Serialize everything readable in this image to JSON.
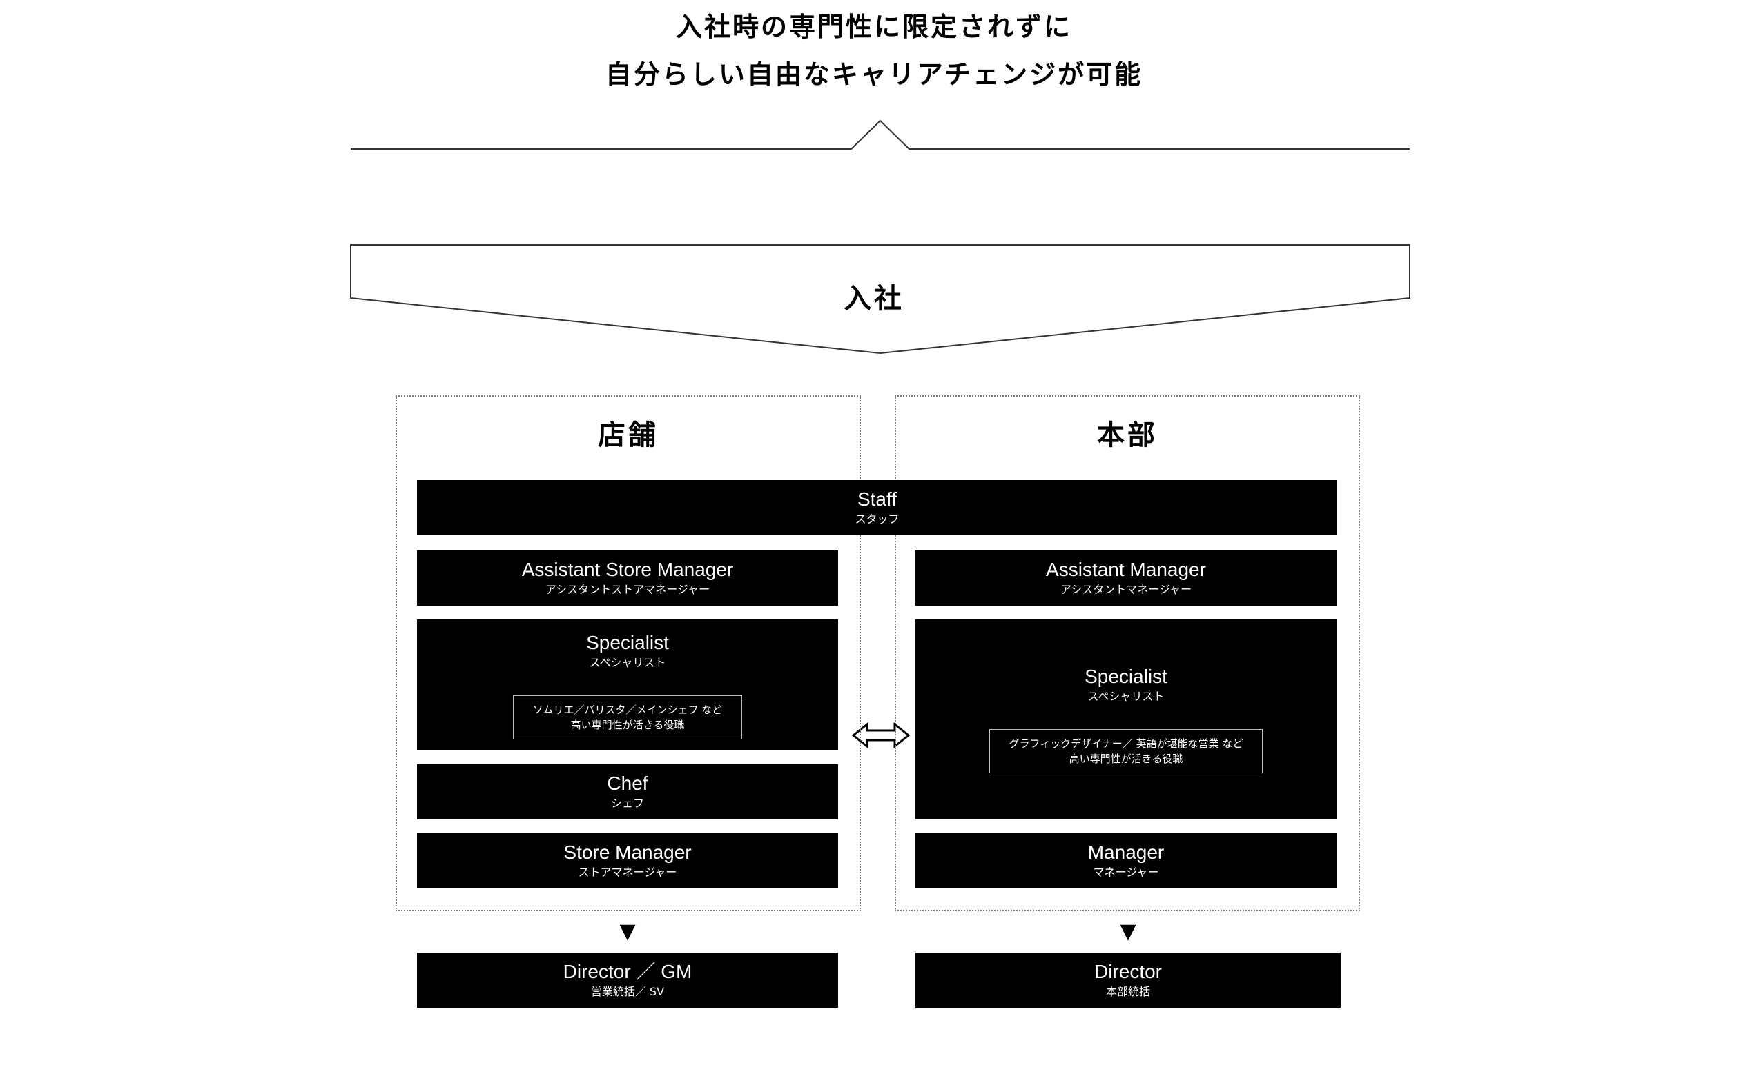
{
  "headline": {
    "line1": "入社時の専門性に限定されずに",
    "line2": "自分らしい自由なキャリアチェンジが可能"
  },
  "entry": {
    "label": "入社"
  },
  "columns": {
    "store": {
      "title": "店舗"
    },
    "hq": {
      "title": "本部"
    }
  },
  "roles": {
    "staff": {
      "en": "Staff",
      "ja": "スタッフ"
    },
    "asm": {
      "en": "Assistant Store Manager",
      "ja": "アシスタントストアマネージャー"
    },
    "spec_store": {
      "en": "Specialist",
      "ja": "スペシャリスト",
      "note_line1": "ソムリエ／バリスタ／メインシェフ など",
      "note_line2": "高い専門性が活きる役職"
    },
    "chef": {
      "en": "Chef",
      "ja": "シェフ"
    },
    "sm": {
      "en": "Store Manager",
      "ja": "ストアマネージャー"
    },
    "am": {
      "en": "Assistant Manager",
      "ja": "アシスタントマネージャー"
    },
    "spec_hq": {
      "en": "Specialist",
      "ja": "スペシャリスト",
      "note_line1": "グラフィックデザイナー／ 英語が堪能な営業 など",
      "note_line2": "高い専門性が活きる役職"
    },
    "mgr": {
      "en": "Manager",
      "ja": "マネージャー"
    },
    "dir_store": {
      "en": "Director ／ GM",
      "ja": "営業統括／ SV"
    },
    "dir_hq": {
      "en": "Director",
      "ja": "本部統括"
    }
  },
  "icons": {
    "down_arrow": "▼",
    "swap_arrow": "double-headed-arrow-icon"
  }
}
